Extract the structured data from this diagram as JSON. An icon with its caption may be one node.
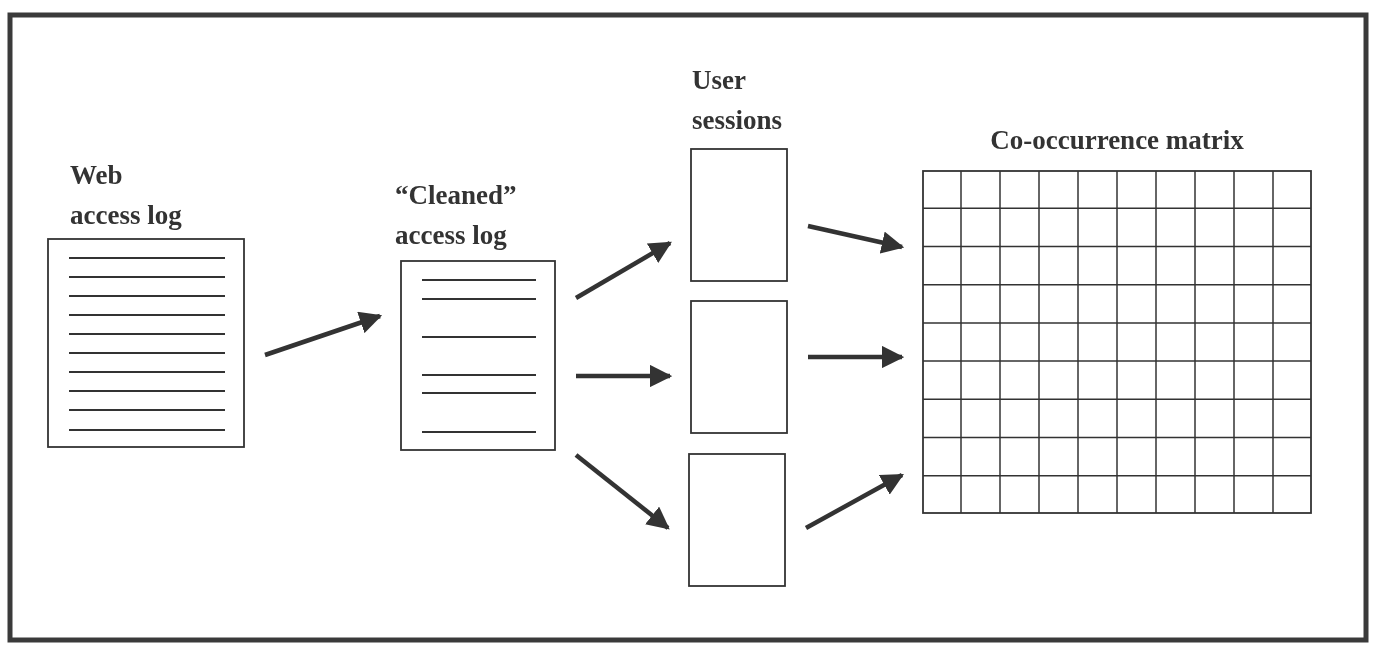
{
  "diagram": {
    "nodes": [
      {
        "text": [
          "Web access log"
        ]
      },
      {
        "text": [
          "“Cleaned” access log"
        ]
      },
      {
        "text": [
          "User sessions"
        ]
      },
      {
        "text": [],
        "shape": "box"
      },
      {
        "text": [],
        "shape": "box"
      },
      {
        "text": [
          "Co-occurrence matrix"
        ]
      }
    ],
    "edges": [
      {
        "from": 0,
        "to": 1,
        "arrow": "to"
      },
      {
        "from": 1,
        "to": 2,
        "arrow": "to"
      },
      {
        "from": 1,
        "to": 3,
        "arrow": "to"
      },
      {
        "from": 1,
        "to": 4,
        "arrow": "to"
      },
      {
        "from": 2,
        "to": 5,
        "arrow": "to"
      },
      {
        "from": 3,
        "to": 5,
        "arrow": "to"
      },
      {
        "from": 4,
        "to": 5,
        "arrow": "to"
      }
    ]
  }
}
